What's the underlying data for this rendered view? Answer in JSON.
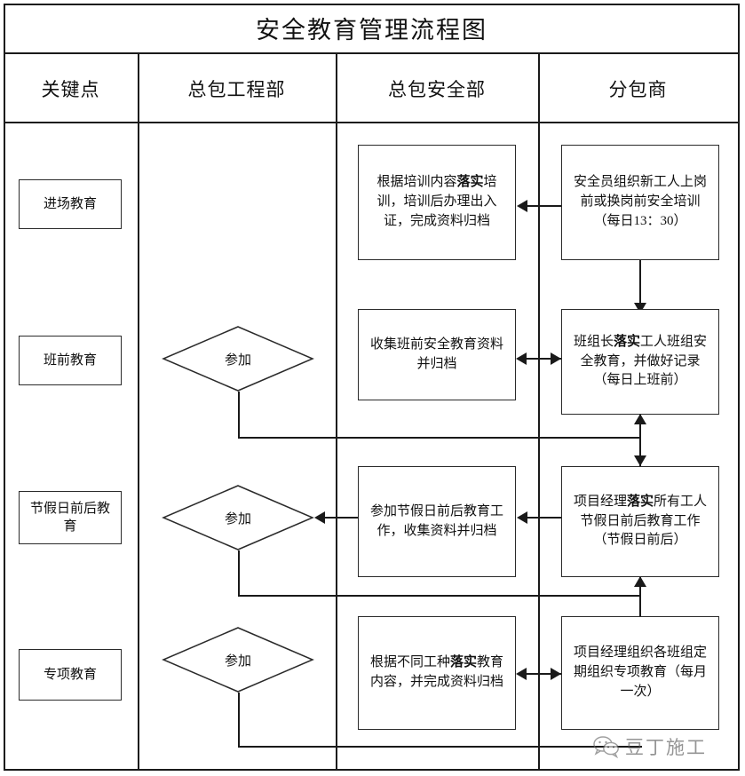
{
  "document": {
    "title": "安全教育管理流程图",
    "watermark": {
      "label": "豆丁施工",
      "icon": "wechat-icon"
    }
  },
  "table": {
    "columns": [
      {
        "id": "key-point",
        "label": "关键点"
      },
      {
        "id": "gc-eng-dept",
        "label": "总包工程部"
      },
      {
        "id": "gc-safe-dept",
        "label": "总包安全部"
      },
      {
        "id": "subcontractor",
        "label": "分包商"
      }
    ]
  },
  "rows": [
    {
      "id": "row-entry-education",
      "key_point": "进场教育",
      "eng_dept": null,
      "safe_dept": {
        "pre": "根据培训内容",
        "bold": "落实",
        "post": "培训，培训后办理出入证，完成资料归档"
      },
      "subcontractor": {
        "pre": "安全员组织新工人上岗前或换岗前安全培训（每日13：30）",
        "bold": "",
        "post": ""
      }
    },
    {
      "id": "row-preshift-education",
      "key_point": "班前教育",
      "eng_dept": "参加",
      "safe_dept": {
        "pre": "收集班前安全教育资料并归档",
        "bold": "",
        "post": ""
      },
      "subcontractor": {
        "pre": "班组长",
        "bold": "落实",
        "post": "工人班组安全教育，并做好记录（每日上班前）"
      }
    },
    {
      "id": "row-holiday-education",
      "key_point": "节假日前后教育",
      "eng_dept": "参加",
      "safe_dept": {
        "pre": "参加节假日前后教育工作，收集资料并归档",
        "bold": "",
        "post": ""
      },
      "subcontractor": {
        "pre": "项目经理",
        "bold": "落实",
        "post": "所有工人节假日前后教育工作（节假日前后）"
      }
    },
    {
      "id": "row-special-education",
      "key_point": "专项教育",
      "eng_dept": "参加",
      "safe_dept": {
        "pre": "根据不同工种",
        "bold": "落实",
        "post": "教育内容，并完成资料归档"
      },
      "subcontractor": {
        "pre": "项目经理组织各班组定期组织专项教育（每月一次）",
        "bold": "",
        "post": ""
      }
    }
  ],
  "connectors": [
    {
      "id": "conn-row1-sub-to-safe",
      "type": "arrow-left",
      "desc": "分包商进场培训 → 总包安全部落实培训"
    },
    {
      "id": "conn-row1-to-row2-sub",
      "type": "arrow-down",
      "desc": "分包商第一行 → 分包商第二行"
    },
    {
      "id": "conn-row2-safe-sub",
      "type": "arrow-double-horizontal",
      "desc": "总包安全部 ↔ 分包商 班前教育"
    },
    {
      "id": "conn-row2-sub-row3-sub",
      "type": "arrow-double-vertical",
      "desc": "分包商班前教育 ↕ 分包商节假日教育"
    },
    {
      "id": "conn-row2-diamond-loop",
      "type": "polyline",
      "desc": "参加 菱形 → 向下向右 回到分包商列"
    },
    {
      "id": "conn-row3-safe-to-diamond",
      "type": "arrow-left",
      "desc": "总包安全部 → 参加 菱形"
    },
    {
      "id": "conn-row3-sub-to-safe",
      "type": "arrow-left",
      "desc": "分包商节假日教育 → 总包安全部"
    },
    {
      "id": "conn-row3-sub-row4-sub",
      "type": "arrow-double-vertical",
      "desc": "分包商节假日教育 ↕ 分包商专项教育"
    },
    {
      "id": "conn-row3-diamond-loop",
      "type": "polyline",
      "desc": "参加 菱形 → 向下向右 回到分包商列"
    },
    {
      "id": "conn-row4-safe-sub",
      "type": "arrow-double-horizontal",
      "desc": "总包安全部 ↔ 分包商 专项教育"
    },
    {
      "id": "conn-row4-diamond-loop",
      "type": "polyline",
      "desc": "参加 菱形 → 向下向右"
    }
  ],
  "style": {
    "line_color": "#1a1a1a",
    "box_border": "#2a2a2a",
    "background": "#ffffff",
    "text_color": "#111111"
  }
}
